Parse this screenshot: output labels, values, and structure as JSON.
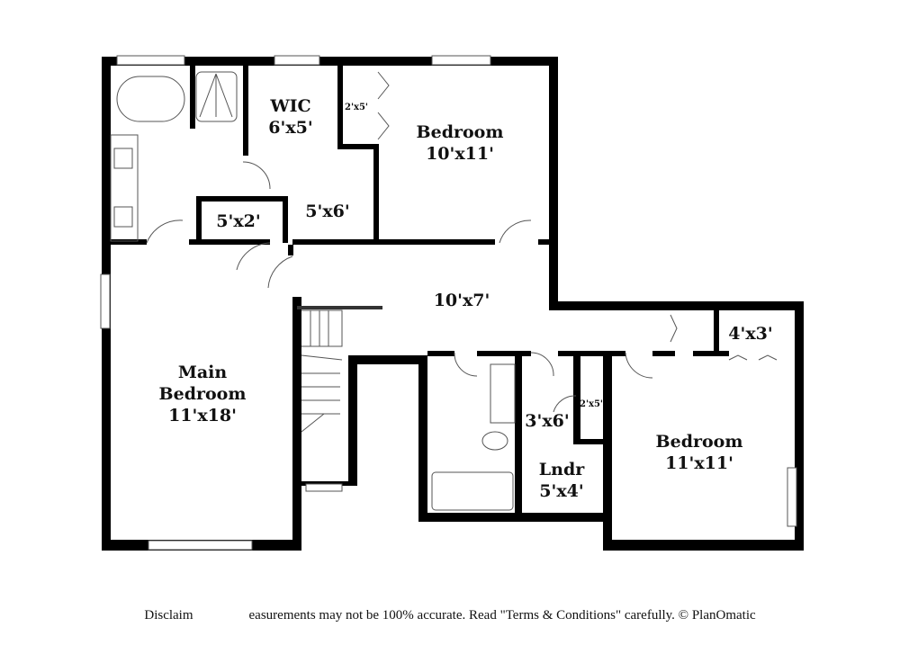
{
  "rooms": [
    {
      "name": "WIC",
      "size": "6'x5'"
    },
    {
      "name": "Bedroom",
      "size": "10'x11'"
    },
    {
      "name": "",
      "size": "2'x5'"
    },
    {
      "name": "",
      "size": "5'x2'"
    },
    {
      "name": "",
      "size": "5'x6'"
    },
    {
      "name": "",
      "size": "10'x7'"
    },
    {
      "name": "Main",
      "name2": "Bedroom",
      "size": "11'x18'"
    },
    {
      "name": "",
      "size": "4'x3'"
    },
    {
      "name": "",
      "size": "2'x5'"
    },
    {
      "name": "",
      "size": "3'x6'"
    },
    {
      "name": "Lndr",
      "size": "5'x4'"
    },
    {
      "name": "Bedroom",
      "size": "11'x11'"
    }
  ],
  "disclaimer_left": "Disclaim",
  "disclaimer_right": "easurements may not be 100% accurate. Read \"Terms & Conditions\" carefully. © PlanOmatic"
}
